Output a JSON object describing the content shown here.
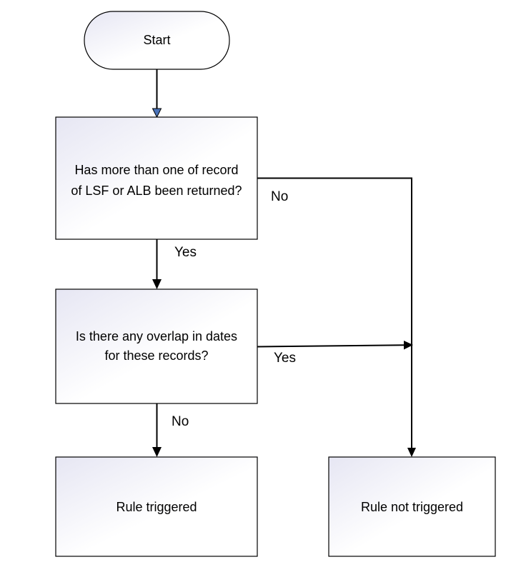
{
  "nodes": {
    "start": {
      "label": "Start"
    },
    "decision_records": {
      "line1": "Has more than one of record",
      "line2": "of LSF or ALB been returned?"
    },
    "decision_overlap": {
      "line1": "Is there any overlap in dates",
      "line2": "for these records?"
    },
    "rule_triggered": {
      "label": "Rule triggered"
    },
    "rule_not_triggered": {
      "label": "Rule not triggered"
    }
  },
  "edges": {
    "records_yes": "Yes",
    "records_no": "No",
    "overlap_yes": "Yes",
    "overlap_no": "No"
  },
  "colors": {
    "box_fill_light": "#ffffff",
    "box_fill_shade": "#e6e6f3",
    "start_arrow": "#4a72b8",
    "stroke": "#000000"
  }
}
